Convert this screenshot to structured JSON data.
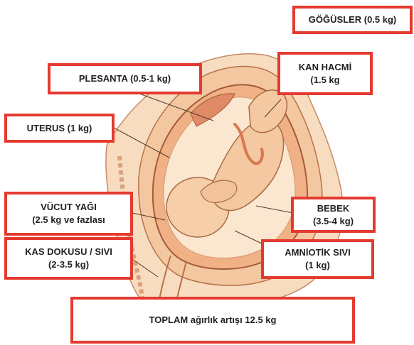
{
  "labels": {
    "breasts": {
      "line1": "GÖĞÜSLER (0.5 kg)"
    },
    "blood_volume": {
      "line1": "KAN HACMİ",
      "line2": "(1.5 kg"
    },
    "placenta": {
      "line1": "PLESANTA (0.5-1 kg)"
    },
    "uterus": {
      "line1": "UTERUS (1 kg)"
    },
    "body_fat": {
      "line1": "VÜCUT YAĞI",
      "line2": "(2.5 kg ve fazlası"
    },
    "baby": {
      "line1": "BEBEK",
      "line2": "(3.5-4 kg)"
    },
    "muscle_fluid": {
      "line1": "KAS DOKUSU / SIVI",
      "line2": "(2-3.5 kg)"
    },
    "amniotic_fluid": {
      "line1": "AMNİOTİK SIVI",
      "line2": "(1 kg)"
    },
    "total": {
      "line1": "TOPLAM ağırlık artışı 12.5 kg"
    }
  },
  "colors": {
    "label_border": "#e53a2f",
    "skin": "#f6d9b5",
    "uterus": "#f2b791",
    "fluid": "#fbe7d0",
    "outline": "#a5603d"
  },
  "illustration": {
    "icon": "pregnant-abdomen-cross-section-illustration"
  }
}
